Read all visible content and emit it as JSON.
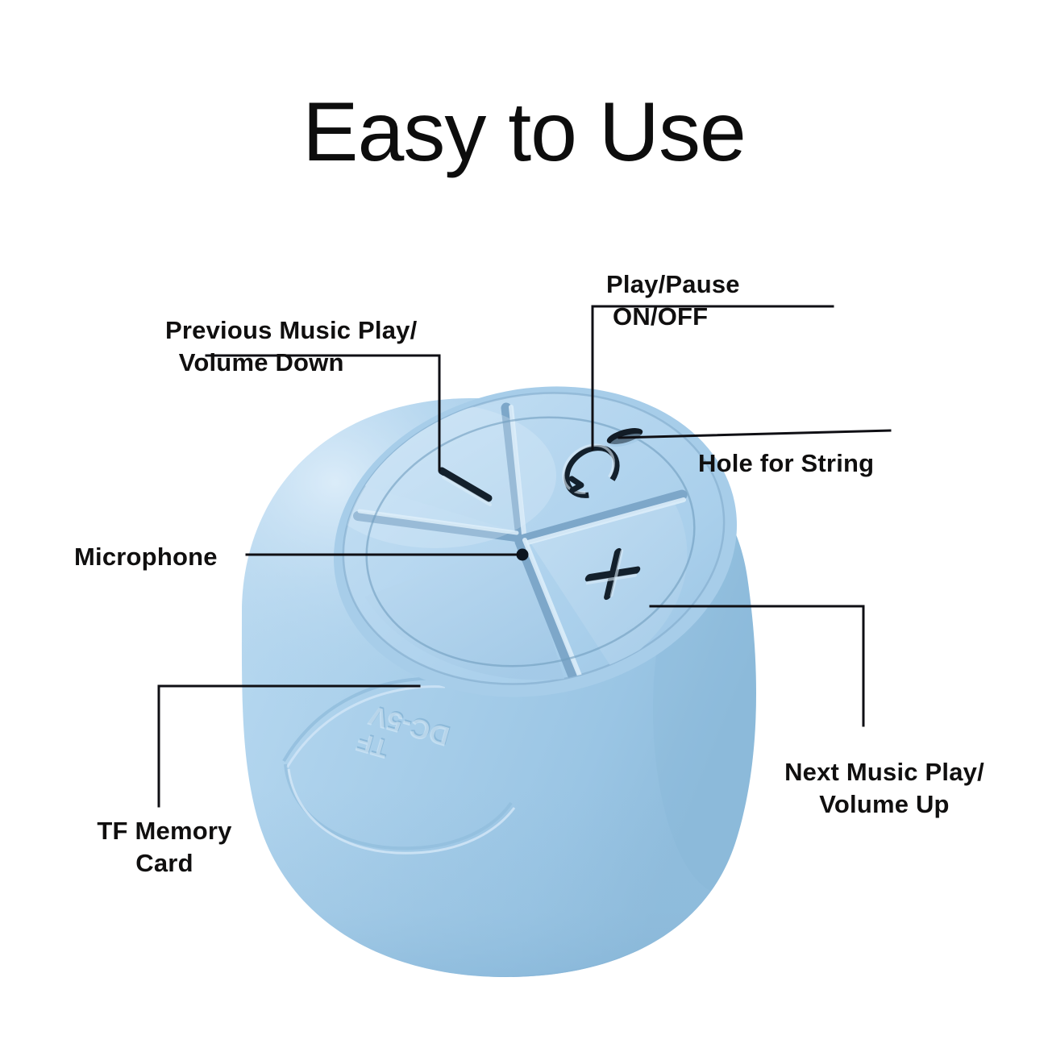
{
  "page": {
    "title": "Easy to Use",
    "background_color": "#ffffff",
    "text_color": "#100f0f"
  },
  "product": {
    "name": "bluetooth-speaker",
    "body_color": "#a9cde9",
    "body_highlight_color": "#cfe4f4",
    "body_shadow_color": "#8fb9da",
    "top_plate_color": "#b6d6ee",
    "groove_color": "#7fa9cb",
    "markings": [
      {
        "name": "dc-label",
        "text": "DC-5V"
      },
      {
        "name": "tf-label",
        "text": "TF"
      }
    ],
    "icons": [
      {
        "name": "play-pause-icon",
        "glyph": "circular-arrow"
      },
      {
        "name": "volume-up-icon",
        "glyph": "plus"
      },
      {
        "name": "volume-down-icon",
        "glyph": "minus"
      },
      {
        "name": "microphone-hole",
        "glyph": "dot"
      },
      {
        "name": "string-hole",
        "glyph": "slot"
      }
    ]
  },
  "callouts": {
    "previous": {
      "line1": "Previous  Music Play/",
      "line2": "Volume Down"
    },
    "play_pause": {
      "line1": "Play/Pause",
      "line2": "ON/OFF"
    },
    "hole_for_string": {
      "line1": "Hole for String"
    },
    "microphone": {
      "line1": "Microphone"
    },
    "tf_memory_card": {
      "line1": "TF Memory",
      "line2": "Card"
    },
    "next": {
      "line1": "Next Music Play/",
      "line2": "Volume Up"
    }
  },
  "leader_lines": {
    "stroke_color": "#0f0f14",
    "stroke_width": 3
  }
}
